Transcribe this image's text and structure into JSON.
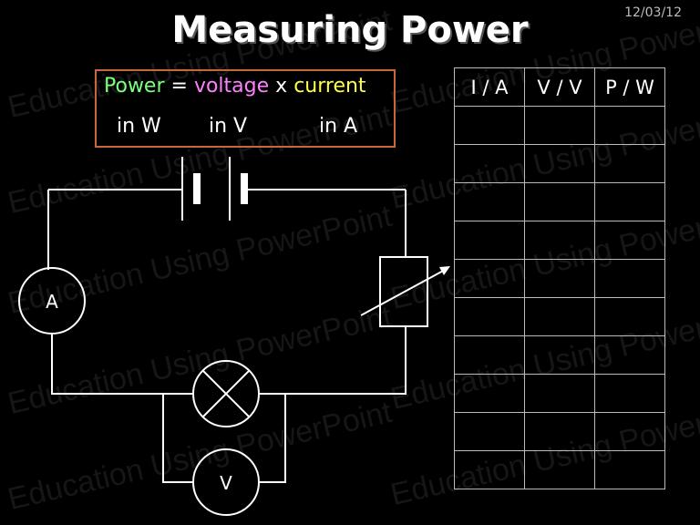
{
  "date": "12/03/12",
  "title": "Measuring Power",
  "formula": {
    "power": "Power",
    "equals": "=",
    "voltage": "voltage",
    "times": "x",
    "current": "current"
  },
  "units": {
    "power_unit": "in W",
    "voltage_unit": "in V",
    "current_unit": "in A"
  },
  "table": {
    "headers": [
      "I / A",
      "V / V",
      "P / W"
    ],
    "empty_rows": 10
  },
  "circuit": {
    "ammeter_label": "A",
    "voltmeter_label": "V"
  },
  "watermark": "Education Using PowerPoint",
  "colors": {
    "background": "#000000",
    "power": "#7cff7c",
    "voltage": "#ff80ff",
    "current": "#ffff44",
    "box_border": "#c9663a"
  }
}
